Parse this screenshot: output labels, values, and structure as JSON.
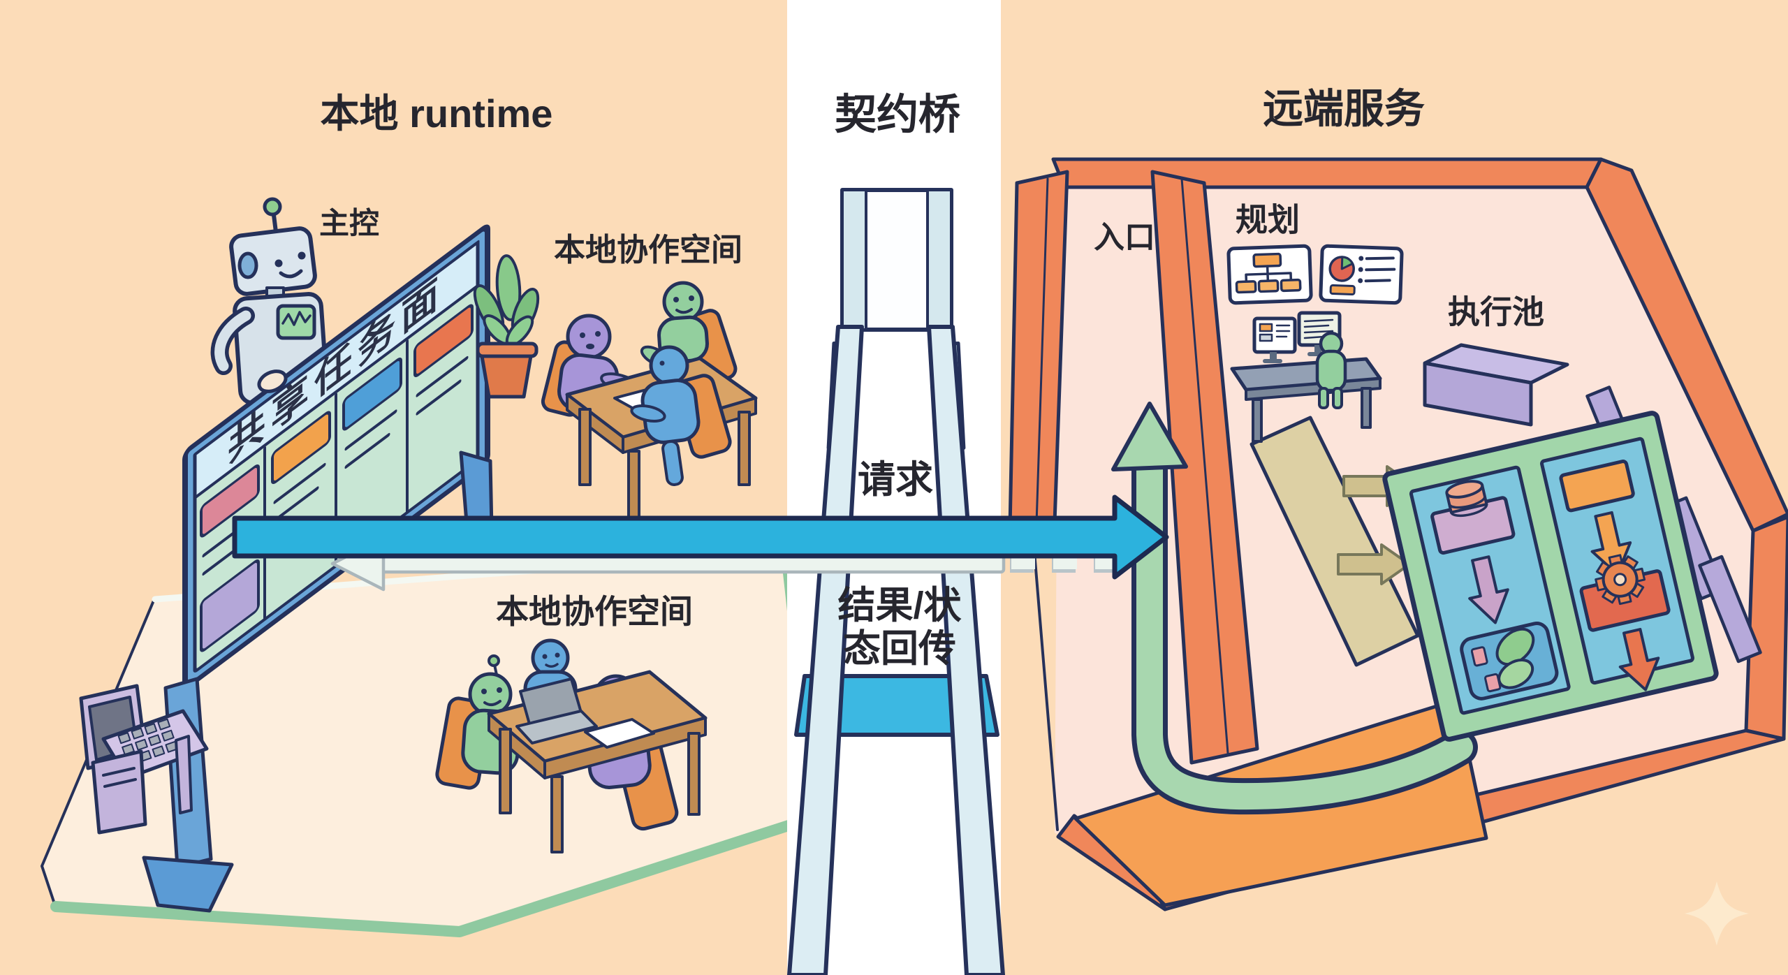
{
  "titles": {
    "left": "本地 runtime",
    "bridge": "契约桥",
    "right": "远端服务"
  },
  "left_zone": {
    "master_label": "主控",
    "task_board_title": "共享任务面",
    "workspace_top_label": "本地协作空间",
    "workspace_bottom_label": "本地协作空间"
  },
  "bridge": {
    "request_label": "请求",
    "result_line1": "结果/状",
    "result_line2": "态回传"
  },
  "right_zone": {
    "entrance_label": "入口",
    "planning_label": "规划",
    "execution_pool_label": "执行池"
  },
  "scene_elements": [
    "master-robot",
    "shared-task-board",
    "collaboration-table-top",
    "collaboration-table-bottom",
    "laptop-terminal",
    "potted-plant",
    "contract-bridge",
    "request-arrow",
    "result-return-arrow",
    "entrance-corridor",
    "green-return-pipe-arrow",
    "planning-dashboards",
    "planner-desk",
    "server-blocks",
    "execution-pool-lanes",
    "database-task",
    "gear-task",
    "sparkle"
  ],
  "colors": {
    "background": "#fcdcb8",
    "bridge_band": "#ffffff",
    "outline_navy": "#25315a",
    "request_arrow": "#2cb2dd",
    "return_arrow": "#ecf4ee",
    "wall_orange": "#f0875a",
    "floor_orange": "#f6a054",
    "pool_frame_green": "#a2d6aa",
    "lane_blue": "#7ec6de",
    "board_frame_blue": "#6aa5d8",
    "board_surface_mint": "#c8e6d4",
    "platform_green_edge": "#8fc9a0",
    "character_green": "#93cf9e",
    "character_purple": "#a795d8",
    "character_blue": "#64a8dc"
  }
}
